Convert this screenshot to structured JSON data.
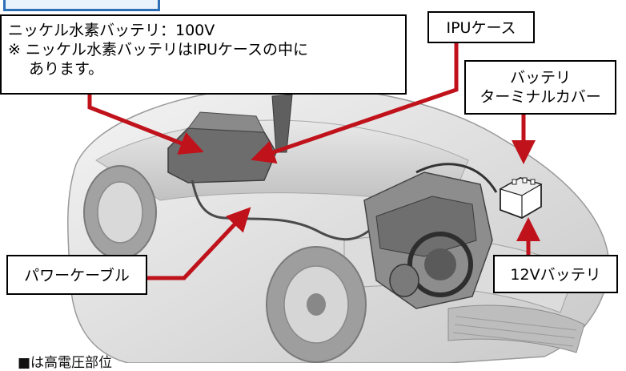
{
  "callouts": {
    "nimh_line1": "ニッケル水素バッテリ：100V",
    "nimh_line2": "※ ニッケル水素バッテリはIPUケースの中に",
    "nimh_line3": "あります。",
    "ipu_case": "IPUケース",
    "terminal_line1": "バッテリ",
    "terminal_line2": "ターミナルカバー",
    "power_cable": "パワーケーブル",
    "battery_12v": "12Vバッテリ"
  },
  "footnote": "■は高電圧部位",
  "colors": {
    "arrow": "#c0121b",
    "callout_border": "#000000",
    "header_tab": "#2f6fb6"
  }
}
